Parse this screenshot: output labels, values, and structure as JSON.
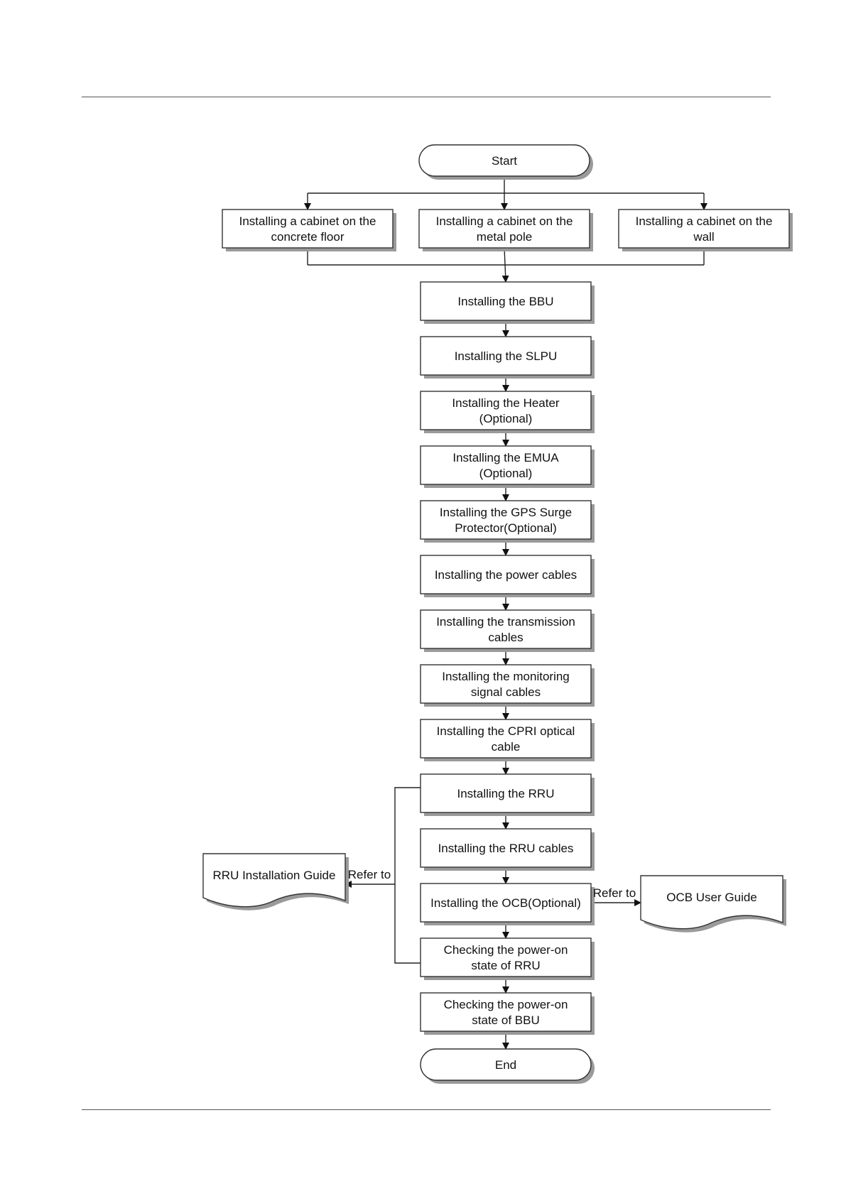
{
  "nodes": {
    "start": {
      "lines": [
        "Start"
      ]
    },
    "cabinet_floor": {
      "lines": [
        "Installing a cabinet on the",
        "concrete floor"
      ]
    },
    "cabinet_pole": {
      "lines": [
        "Installing a cabinet on the",
        "metal pole"
      ]
    },
    "cabinet_wall": {
      "lines": [
        "Installing a cabinet on the",
        "wall"
      ]
    },
    "bbu": {
      "lines": [
        "Installing the BBU"
      ]
    },
    "slpu": {
      "lines": [
        "Installing the SLPU"
      ]
    },
    "heater": {
      "lines": [
        "Installing the Heater",
        "(Optional)"
      ]
    },
    "emua": {
      "lines": [
        "Installing the EMUA",
        "(Optional)"
      ]
    },
    "gps": {
      "lines": [
        "Installing the GPS Surge",
        "Protector(Optional)"
      ]
    },
    "power": {
      "lines": [
        "Installing the power cables"
      ]
    },
    "transmission": {
      "lines": [
        "Installing the transmission",
        "cables"
      ]
    },
    "monitoring": {
      "lines": [
        "Installing the monitoring",
        "signal cables"
      ]
    },
    "cpri": {
      "lines": [
        "Installing the CPRI optical",
        "cable"
      ]
    },
    "rru": {
      "lines": [
        "Installing the RRU"
      ]
    },
    "rru_cables": {
      "lines": [
        "Installing the RRU cables"
      ]
    },
    "ocb": {
      "lines": [
        "Installing the OCB(Optional)"
      ]
    },
    "check_rru": {
      "lines": [
        "Checking the power-on",
        "state of RRU"
      ]
    },
    "check_bbu": {
      "lines": [
        "Checking the power-on",
        "state of BBU"
      ]
    },
    "end": {
      "lines": [
        "End"
      ]
    },
    "rru_guide": {
      "lines": [
        "RRU Installation Guide"
      ]
    },
    "ocb_guide": {
      "lines": [
        "OCB User Guide"
      ]
    }
  },
  "edge_labels": {
    "refer_left": "Refer to",
    "refer_right": "Refer to"
  }
}
